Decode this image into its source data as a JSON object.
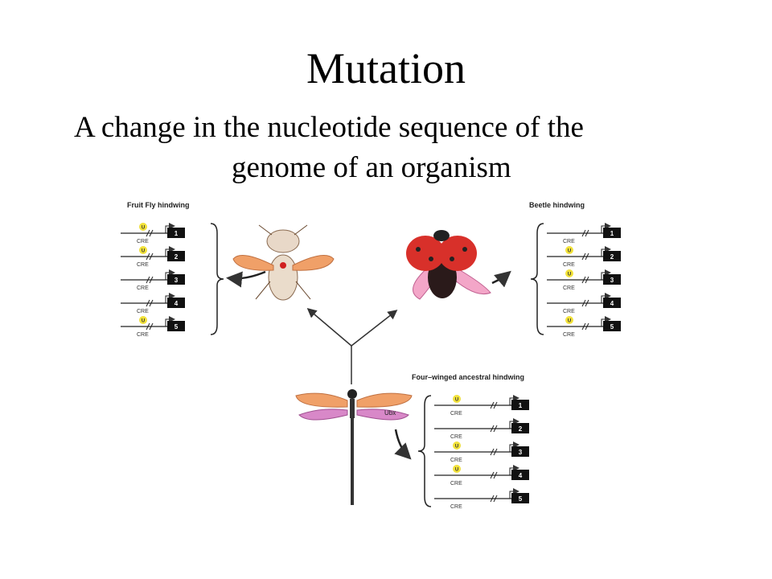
{
  "slide": {
    "title": "Mutation",
    "subtitle_line1": "A change in the nucleotide sequence of the",
    "subtitle_line2": "genome of an organism"
  },
  "figure": {
    "panels": [
      {
        "id": "fruit-fly",
        "title": "Fruit Fly hindwing",
        "rows": [
          {
            "cre": "CRE",
            "gene": "1",
            "u": true
          },
          {
            "cre": "CRE",
            "gene": "2",
            "u": true
          },
          {
            "cre": "CRE",
            "gene": "3",
            "u": false
          },
          {
            "cre": "CRE",
            "gene": "4",
            "u": false
          },
          {
            "cre": "CRE",
            "gene": "5",
            "u": true
          }
        ]
      },
      {
        "id": "beetle",
        "title": "Beetle  hindwing",
        "rows": [
          {
            "cre": "CRE",
            "gene": "1",
            "u": false
          },
          {
            "cre": "CRE",
            "gene": "2",
            "u": true
          },
          {
            "cre": "CRE",
            "gene": "3",
            "u": true
          },
          {
            "cre": "CRE",
            "gene": "4",
            "u": false
          },
          {
            "cre": "CRE",
            "gene": "5",
            "u": true
          }
        ]
      },
      {
        "id": "ancestral",
        "title": "Four–winged ancestral hindwing",
        "rows": [
          {
            "cre": "CRE",
            "gene": "1",
            "u": true
          },
          {
            "cre": "CRE",
            "gene": "2",
            "u": false
          },
          {
            "cre": "CRE",
            "gene": "3",
            "u": true
          },
          {
            "cre": "CRE",
            "gene": "4",
            "u": true
          },
          {
            "cre": "CRE",
            "gene": "5",
            "u": false
          }
        ]
      }
    ],
    "u_label": "U",
    "ubx_label": "Ubx",
    "colors": {
      "u_circle": "#f2e23a",
      "gene_box": "#111111",
      "fly_wing": "#f0a068",
      "beetle_shell": "#d8302a",
      "beetle_wing": "#f3a6c8",
      "dragonfly_wing_front": "#f0a068",
      "dragonfly_wing_hind": "#d888c8"
    }
  }
}
